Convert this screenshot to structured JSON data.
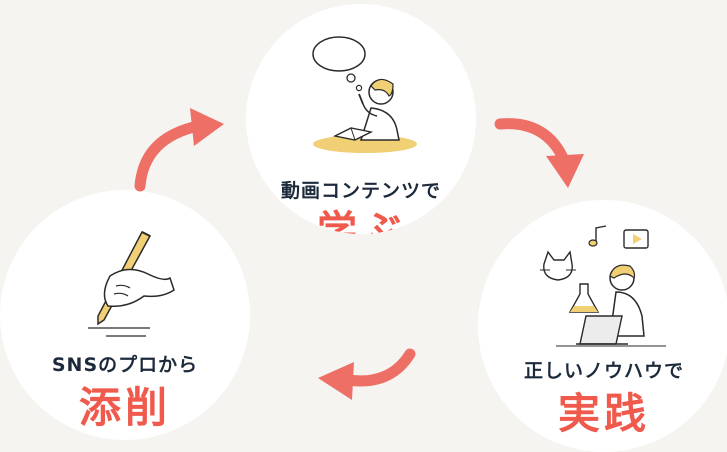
{
  "steps": [
    {
      "subtitle": "動画コンテンツで",
      "title": "学ぶ",
      "icon": "student-reading-icon"
    },
    {
      "subtitle": "正しいノウハウで",
      "title": "実践",
      "icon": "person-at-laptop-icon"
    },
    {
      "subtitle": "SNSのプロから",
      "title": "添削",
      "icon": "hand-writing-pen-icon"
    }
  ],
  "colors": {
    "accent": "#ef5a4d",
    "arrow": "#ee6f66",
    "text": "#1d2a3c",
    "background": "#f5f4f1",
    "illustration_yellow": "#f1cf74"
  }
}
